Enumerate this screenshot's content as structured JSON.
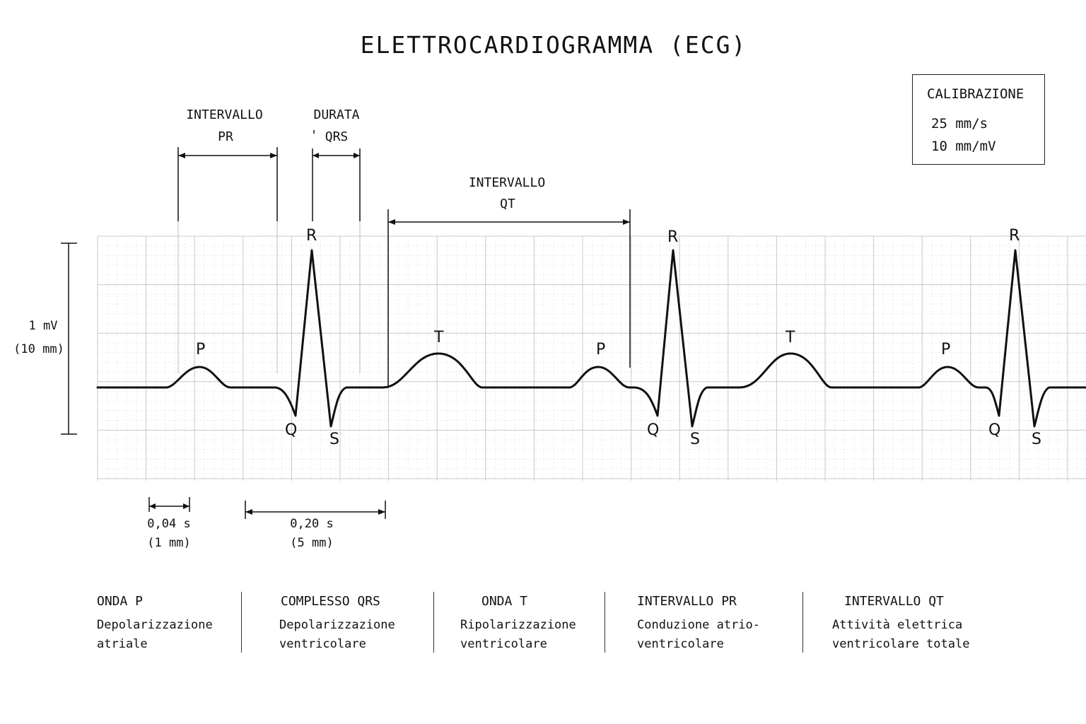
{
  "title": "ELETTROCARDIOGRAMMA (ECG)",
  "calibration": {
    "title": "CALIBRAZIONE",
    "speed": "25 mm/s",
    "gain": "10 mm/mV"
  },
  "intervals": {
    "pr": {
      "line1": "INTERVALLO",
      "line2": "PR"
    },
    "qrs": {
      "line1": "DURATA",
      "line2": "QRS",
      "mark": "'"
    },
    "qt": {
      "line1": "INTERVALLO",
      "line2": "QT"
    }
  },
  "amplitude": {
    "line1": "1 mV",
    "line2": "(10 mm)"
  },
  "wave_labels": {
    "p": "P",
    "q": "Q",
    "r": "R",
    "s": "S",
    "t": "T"
  },
  "time_scale": {
    "small": {
      "line1": "0,04 s",
      "line2": "(1 mm)"
    },
    "large": {
      "line1": "0,20 s",
      "line2": "(5 mm)"
    }
  },
  "legend": [
    {
      "title": "ONDA P",
      "line1": "Depolarizzazione",
      "line2": "atriale"
    },
    {
      "title": "COMPLESSO QRS",
      "line1": "Depolarizzazione",
      "line2": "ventricolare"
    },
    {
      "title": "ONDA T",
      "line1": "Ripolarizzazione",
      "line2": "ventricolare"
    },
    {
      "title": "INTERVALLO PR",
      "line1": "Conduzione atrio-",
      "line2": "ventricolare"
    },
    {
      "title": "INTERVALLO QT",
      "line1": "Attività elettrica",
      "line2": "ventricolare totale"
    }
  ],
  "colors": {
    "trace": "#111111",
    "grid_major": "#c8c8c8",
    "grid_minor": "#dcdcdc"
  }
}
